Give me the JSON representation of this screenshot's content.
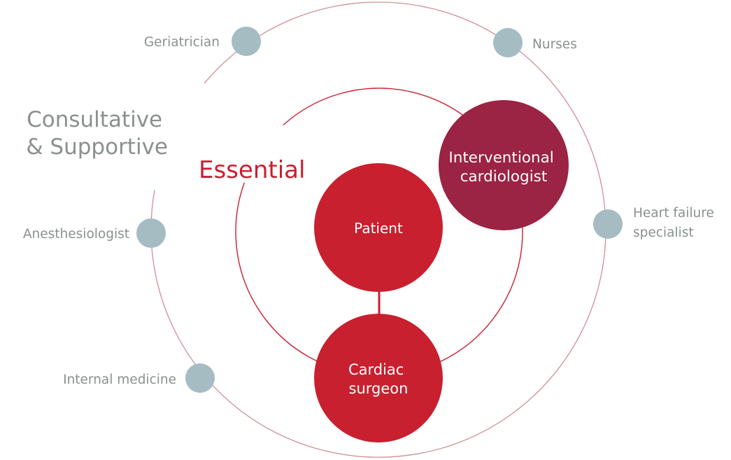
{
  "colors": {
    "outer_ring": "#cf8f95",
    "inner_ring": "#c8202f",
    "essential_node": "#c8202f",
    "interventional_node": "#9b2343",
    "supportive_dot": "#a5bcc3",
    "supportive_text": "#8a9090",
    "essential_text": "#c8202f",
    "node_text": "#ffffff"
  },
  "rings": {
    "outer": {
      "title_lines": [
        "Consultative",
        "& Supportive"
      ]
    },
    "inner": {
      "title": "Essential"
    }
  },
  "essential_nodes": [
    {
      "id": "patient",
      "lines": [
        "Patient"
      ]
    },
    {
      "id": "interventional",
      "lines": [
        "Interventional",
        "cardiologist"
      ]
    },
    {
      "id": "surgeon",
      "lines": [
        "Cardiac",
        "surgeon"
      ]
    }
  ],
  "supportive_nodes": [
    {
      "id": "geriatrician",
      "lines": [
        "Geriatrician"
      ]
    },
    {
      "id": "nurses",
      "lines": [
        "Nurses"
      ]
    },
    {
      "id": "heart-failure",
      "lines": [
        "Heart failure",
        "specialist"
      ]
    },
    {
      "id": "anesthesiologist",
      "lines": [
        "Anesthesiologist"
      ]
    },
    {
      "id": "internal-medicine",
      "lines": [
        "Internal medicine"
      ]
    }
  ],
  "links": [
    {
      "from": "patient",
      "to": "surgeon"
    }
  ]
}
